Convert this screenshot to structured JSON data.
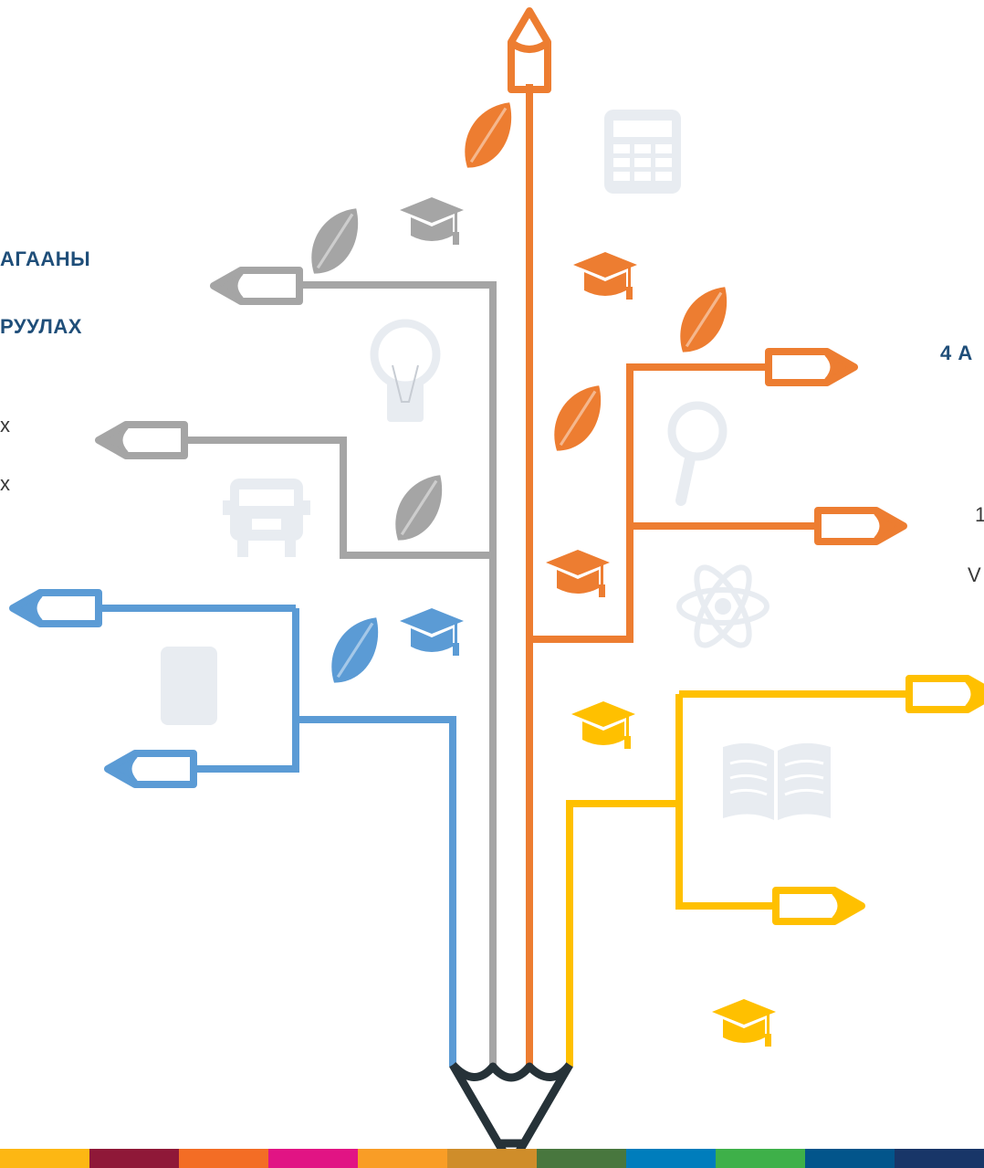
{
  "left_text": {
    "line1": "АГААНЫ",
    "line2": "РУУЛАХ",
    "line3": "х",
    "line4": "х"
  },
  "right_text": {
    "heading": "4 А",
    "line1": "1",
    "line2": "V"
  },
  "colors": {
    "orange": "#ED7D31",
    "gray": "#A5A5A5",
    "blue": "#5B9BD5",
    "yellow": "#FFC000",
    "dark": "#263238",
    "faint": "#E8ECF1"
  },
  "icons": [
    "graduation-cap-icon",
    "leaf-icon",
    "calculator-icon",
    "lightbulb-icon",
    "bus-icon",
    "magnifier-icon",
    "atom-icon",
    "book-icon",
    "tablet-icon",
    "pencil-icon"
  ],
  "bottom_bar": {
    "colors": [
      "#FDB713",
      "#8F1838",
      "#F36D25",
      "#E11484",
      "#F99D26",
      "#CF8D2A",
      "#48773E",
      "#007DBC",
      "#3EB049",
      "#02558B",
      "#183668"
    ]
  }
}
